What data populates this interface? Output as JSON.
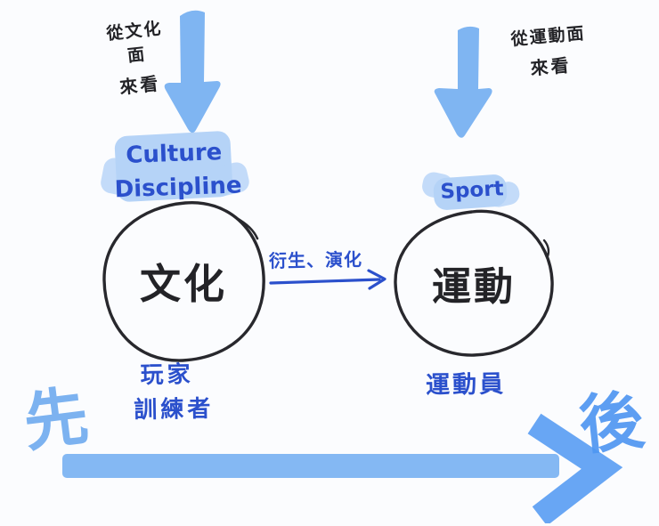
{
  "colors": {
    "background": "#FBFCFE",
    "light_blue_arrow": "#7FB5F2",
    "highlight_blue": "#A9CCF6",
    "ink_blue": "#2B50CC",
    "timeline_bar_blue": "#7AB2F2",
    "timeline_head_blue": "#4E96F2",
    "black_ink": "#232327"
  },
  "notes": {
    "left": {
      "line1": "從文化面",
      "line2": "來看"
    },
    "right": {
      "line1": "從運動面",
      "line2": "來看"
    }
  },
  "concepts": {
    "left": {
      "tag_line1": "Culture",
      "tag_line2": "Discipline",
      "circle_label": "文化",
      "roles_line1": "玩家",
      "roles_line2": "訓練者"
    },
    "right": {
      "tag": "Sport",
      "circle_label": "運動",
      "roles_line1": "運動員"
    }
  },
  "relation": {
    "label": "衍生、演化"
  },
  "timeline": {
    "start": "先",
    "end": "後"
  },
  "icons": {
    "left_down_arrow": "down-arrow-icon",
    "right_down_arrow": "down-arrow-icon",
    "relation_arrow": "right-arrow-icon",
    "timeline_arrow": "right-arrow-icon"
  }
}
